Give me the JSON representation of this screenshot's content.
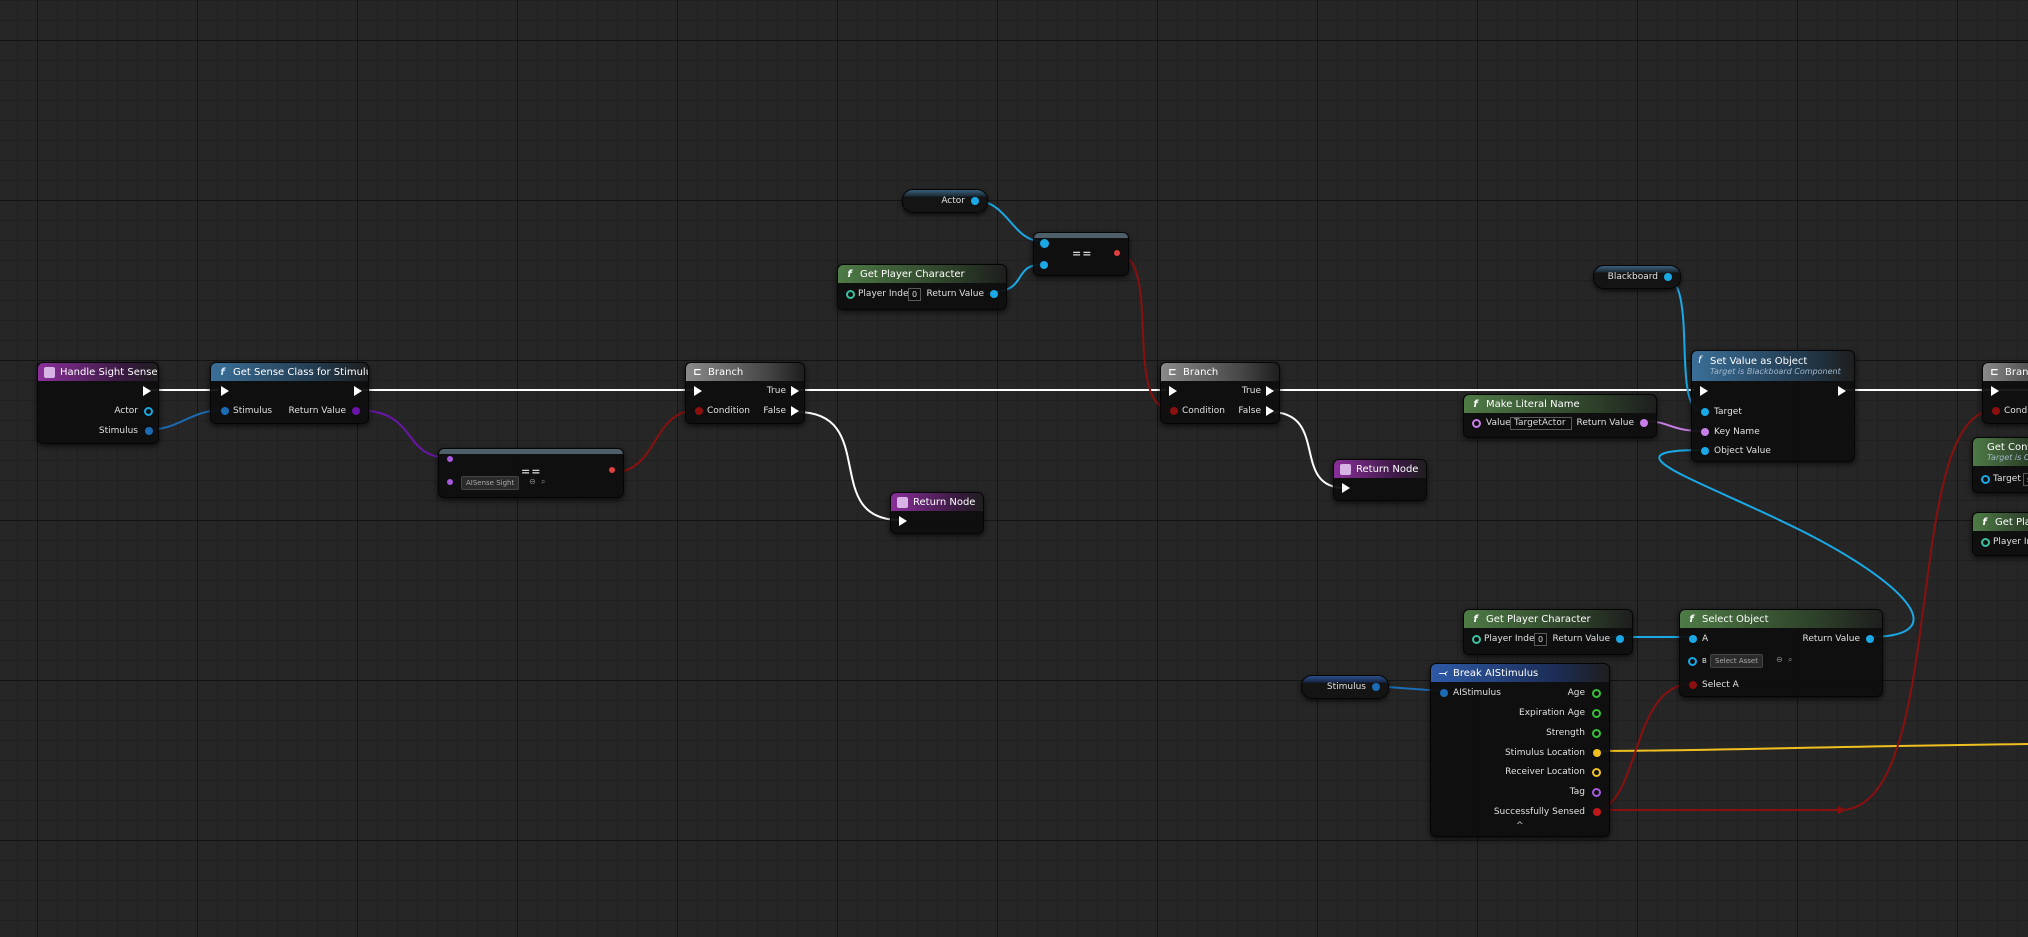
{
  "colors": {
    "exec": "#ffffff",
    "object": "#1aa9e6",
    "class": "#6a15a8",
    "bool": "#8a1010",
    "name": "#c77ee8",
    "struct": "#1b6bb5",
    "float": "#38c038",
    "vector": "#f0c020",
    "byte": "#a55ae0"
  },
  "nodes": {
    "handle_sight": {
      "title": "Handle Sight Sense",
      "actor": "Actor",
      "stimulus": "Stimulus"
    },
    "get_sense_class": {
      "title": "Get Sense Class for Stimulus",
      "stimulus": "Stimulus",
      "return_value": "Return Value"
    },
    "equal_class": {
      "op": "==",
      "dropdown": "AISense Sight"
    },
    "branch1": {
      "title": "Branch",
      "condition": "Condition",
      "true": "True",
      "false": "False"
    },
    "return1": {
      "title": "Return Node"
    },
    "actor_var": {
      "label": "Actor"
    },
    "equal_obj": {
      "op": "=="
    },
    "get_player1": {
      "title": "Get Player Character",
      "player_index": "Player Index",
      "index_value": "0",
      "return_value": "Return Value"
    },
    "branch2": {
      "title": "Branch",
      "condition": "Condition",
      "true": "True",
      "false": "False"
    },
    "return2": {
      "title": "Return Node"
    },
    "make_name": {
      "title": "Make Literal Name",
      "value_label": "Value",
      "value": "TargetActor",
      "return_value": "Return Value"
    },
    "blackboard_var": {
      "label": "Blackboard"
    },
    "set_value": {
      "title": "Set Value as Object",
      "subtitle": "Target is Blackboard Component",
      "target": "Target",
      "key_name": "Key Name",
      "object_value": "Object Value"
    },
    "branch3": {
      "title": "Branch",
      "condition": "Conditi"
    },
    "get_controller": {
      "title": "Get Contr",
      "subtitle": "Target is C",
      "target": "Target",
      "target_value": "s"
    },
    "get_player3": {
      "title": "Get Playe",
      "player_index": "Player Ind"
    },
    "get_player2": {
      "title": "Get Player Character",
      "player_index": "Player Index",
      "index_value": "0",
      "return_value": "Return Value"
    },
    "select_object": {
      "title": "Select Object",
      "a": "A",
      "b": "B",
      "dropdown": "Select Asset",
      "select_a": "Select A",
      "return_value": "Return Value"
    },
    "stimulus_var": {
      "label": "Stimulus"
    },
    "break_stimulus": {
      "title": "Break AIStimulus",
      "input": "AIStimulus",
      "outputs": [
        "Age",
        "Expiration Age",
        "Strength",
        "Stimulus Location",
        "Receiver Location",
        "Tag",
        "Successfully Sensed"
      ],
      "collapse": "^"
    }
  }
}
